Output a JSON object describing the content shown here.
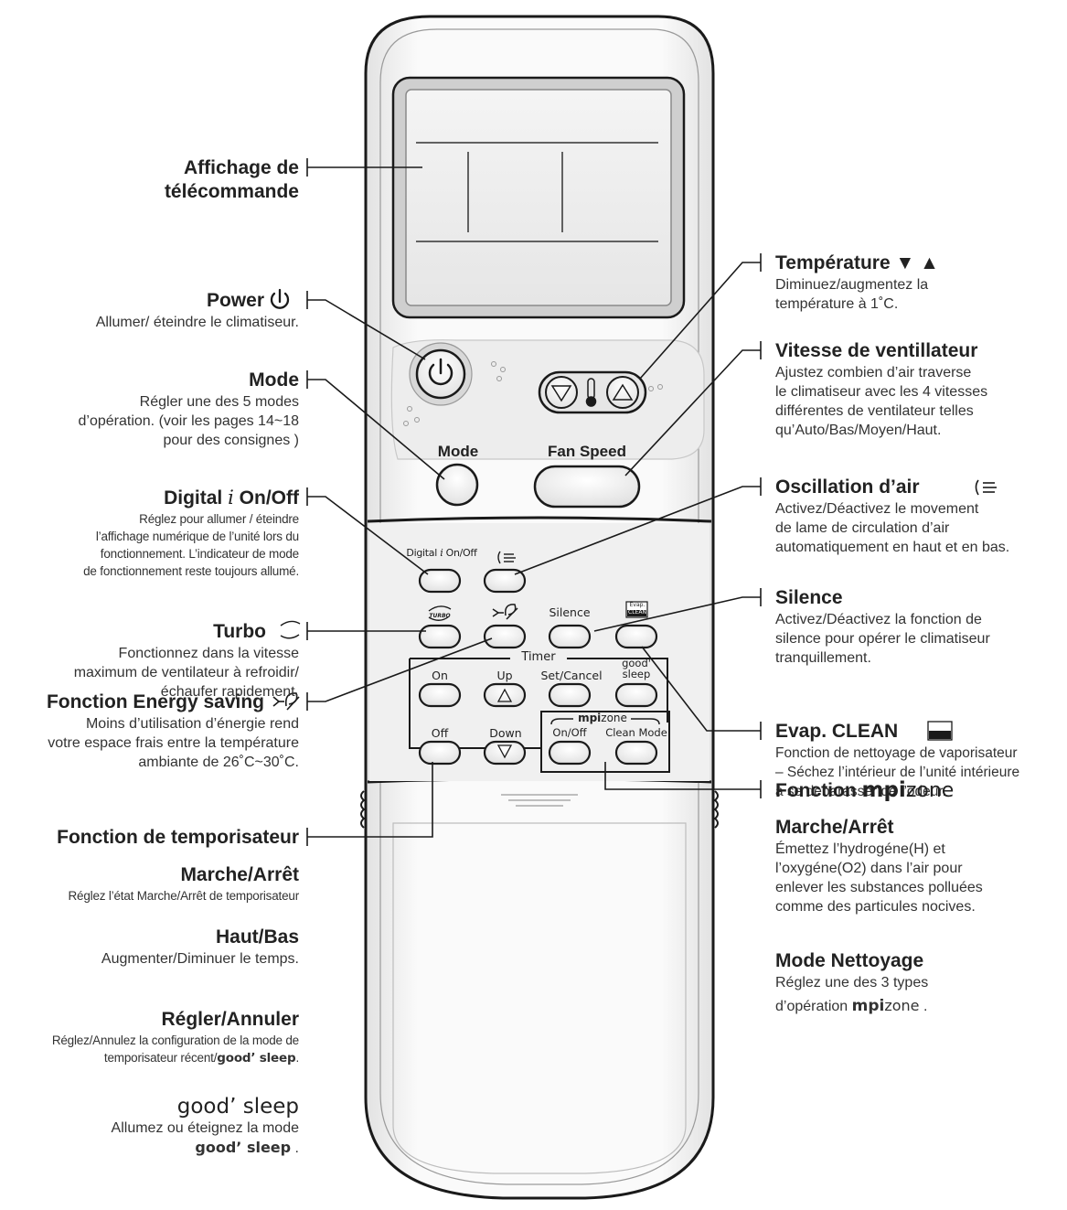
{
  "remote": {
    "mode_label": "Mode",
    "fan_speed_label": "Fan Speed",
    "digital_label": "Digital",
    "digital_suffix": "On/Off",
    "silence_label": "Silence",
    "evap_line1": "Evap.",
    "evap_line2": "CLEAN",
    "turbo_icon_text": "TURBO",
    "timer_label": "Timer",
    "on_label": "On",
    "up_label": "Up",
    "set_cancel_label": "Set/Cancel",
    "good_label": "good'",
    "sleep_label": "sleep",
    "off_label": "Off",
    "down_label": "Down",
    "mpi_label": "mpi",
    "zone_label": "zone",
    "zone_onoff_label": "On/Off",
    "clean_mode_label": "Clean Mode"
  },
  "left": {
    "affichage": {
      "line1": "Affichage de",
      "line2": "télécommande"
    },
    "power": {
      "title": "Power",
      "desc": "Allumer/ éteindre le climatiseur."
    },
    "mode": {
      "title": "Mode",
      "desc1": "Régler une des 5 modes",
      "desc2": "d’opération. (voir les pages 14~18",
      "desc3": "pour des consignes )"
    },
    "digital": {
      "title_pre": "Digital",
      "title_post": "On/Off",
      "desc1": "Réglez pour allumer / éteindre",
      "desc2": "l’affichage numérique de l’unité lors du",
      "desc3": "fonctionnement. L’indicateur de mode",
      "desc4": "de fonctionnement reste toujours allumé."
    },
    "turbo": {
      "title": "Turbo",
      "desc1": "Fonctionnez dans la vitesse",
      "desc2": "maximum de ventilateur à refroidir/",
      "desc3": "échaufer rapidement."
    },
    "energy": {
      "title": "Fonction Energy saving",
      "desc1": "Moins d’utilisation d’énergie rend",
      "desc2": "votre espace frais entre la température",
      "desc3": "ambiante de 26˚C~30˚C."
    },
    "timer": {
      "title": "Fonction de temporisateur"
    },
    "marche": {
      "title": "Marche/Arrêt",
      "desc": "Réglez l’état Marche/Arrêt de temporisateur"
    },
    "hautbas": {
      "title": "Haut/Bas",
      "desc": "Augmenter/Diminuer le temps."
    },
    "regler": {
      "title": "Régler/Annuler",
      "desc1": "Réglez/Annulez la configuration de la mode de",
      "desc2": "temporisateur récent/",
      "desc2_gs": "good’ sleep",
      "desc2_end": "."
    },
    "goodsleep": {
      "title": "good’ sleep",
      "desc1": "Allumez ou éteignez la mode",
      "desc2_gs": "good’ sleep",
      "desc2_end": " ."
    }
  },
  "right": {
    "temperature": {
      "title": "Température ▼ ▲",
      "desc1": "Diminuez/augmentez la",
      "desc2": "température à 1˚C."
    },
    "vitesse": {
      "title": "Vitesse de ventillateur",
      "desc1": "Ajustez combien d’air traverse",
      "desc2": "le climatiseur avec les 4 vitesses",
      "desc3": "différentes de ventilateur telles",
      "desc4": "qu’Auto/Bas/Moyen/Haut."
    },
    "oscillation": {
      "title": "Oscillation d’air",
      "desc1": "Activez/Déactivez le movement",
      "desc2": "de lame de circulation d’air",
      "desc3": "automatiquement en haut et en bas."
    },
    "silence": {
      "title": "Silence",
      "desc1": "Activez/Déactivez la fonction de",
      "desc2": "silence pour opérer le climatiseur",
      "desc3": "tranquillement."
    },
    "evap": {
      "title": "Evap. CLEAN",
      "desc1": "Fonction de nettoyage de vaporisateur",
      "desc2": "– Séchez l’intérieur de l’unité intérieure",
      "desc3": "à se debarasser de l’odeur."
    },
    "mpizone": {
      "title_pre": "Fonction ",
      "title_mpi": "mpi",
      "title_zone": "zone"
    },
    "marche": {
      "title": "Marche/Arrêt",
      "desc1": "Émettez l’hydrogéne(H) et",
      "desc2": "l’oxygéne(O2) dans l’air pour",
      "desc3": "enlever les substances polluées",
      "desc4": "comme des particules nocives."
    },
    "nettoyage": {
      "title": "Mode Nettoyage",
      "desc1": "Réglez une des 3 types",
      "desc2_pre": "d’opération ",
      "desc2_mpi": "mpi",
      "desc2_zone": "zone",
      "desc2_end": " ."
    }
  },
  "colors": {
    "body": "#f2f2f2",
    "outline": "#1a1a1a",
    "screen": "#ededed",
    "screen_frame": "#cfcfcf",
    "text": "#222222"
  }
}
